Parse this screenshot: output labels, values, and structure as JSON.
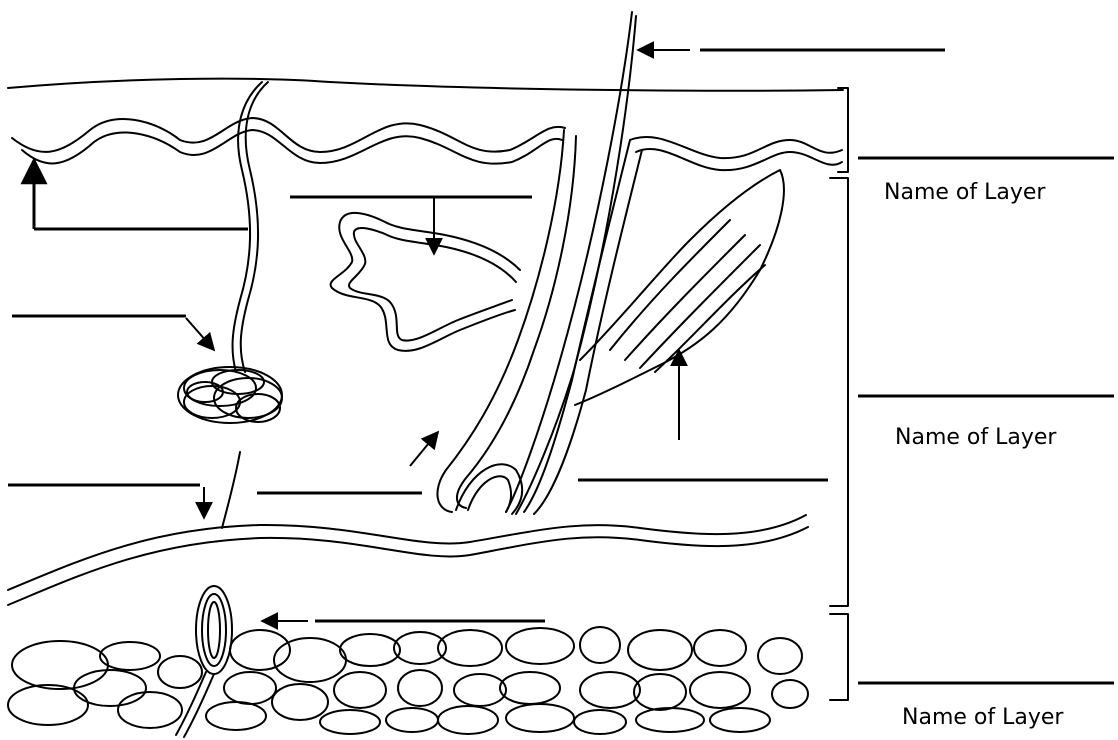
{
  "diagram": {
    "layer_labels": [
      {
        "text": "Name of Layer"
      },
      {
        "text": "Name of Layer"
      },
      {
        "text": "Name of Layer"
      }
    ],
    "colors": {
      "ink": "#000000",
      "background": "#ffffff"
    }
  }
}
